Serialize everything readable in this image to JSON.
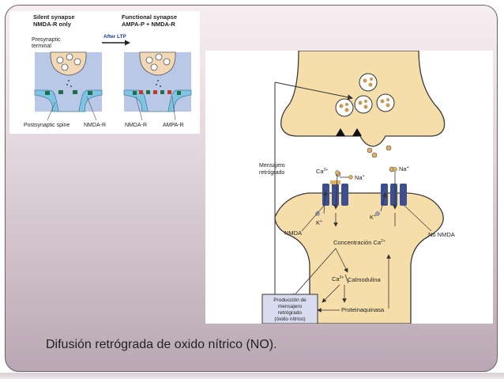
{
  "slide": {
    "caption": "Difusión retrógrada de oxido nítrico (NO)."
  },
  "small_figure": {
    "left_title_1": "Silent synapse",
    "left_title_2": "NMDA-R only",
    "right_title_1": "Functional synapse",
    "right_title_2": "AMPA-P + NMDA-R",
    "arrow_label": "After LTP",
    "presynaptic_label_1": "Presynaptic",
    "presynaptic_label_2": "terminal",
    "postsynaptic_label": "Postsynaptic spine",
    "nmda_label_left": "NMDA-R",
    "nmda_label_right": "NMDA-R",
    "ampa_label": "AMPA-R"
  },
  "large_figure": {
    "retro_label_1": "Mensajero",
    "retro_label_2": "retrógrado",
    "ca_top": "Ca",
    "ca_top_sup": "2+",
    "na_left": "Na",
    "na_left_sup": "+",
    "na_right": "Na",
    "na_right_sup": "+",
    "k_left": "K",
    "k_left_sup": "+",
    "k_right": "K",
    "k_right_sup": "+",
    "nmda_label": "NMDA",
    "no_nmda_label": "No NMDA",
    "concentration_label": "Concentración Ca",
    "concentration_sup": "2+",
    "ca_mid": "Ca",
    "ca_mid_sup": "2+",
    "calmodulin_label": "Calmodulina",
    "proteinkinase_label": "Proteinaquinasa",
    "box_line_1": "Producción de",
    "box_line_2": "mensajero",
    "box_line_3": "retrógrado",
    "box_line_4": "(óxido nítrico)"
  },
  "colors": {
    "cell_fill": "#f6deaa",
    "cell_stroke": "#3a3a3a",
    "small_bg_blue": "#b8c8e6",
    "small_spine": "#7fc4e4",
    "small_terminal": "#f2d8b4",
    "channel_blue": "#3d4f8c",
    "box_fill": "#d8dcee"
  }
}
